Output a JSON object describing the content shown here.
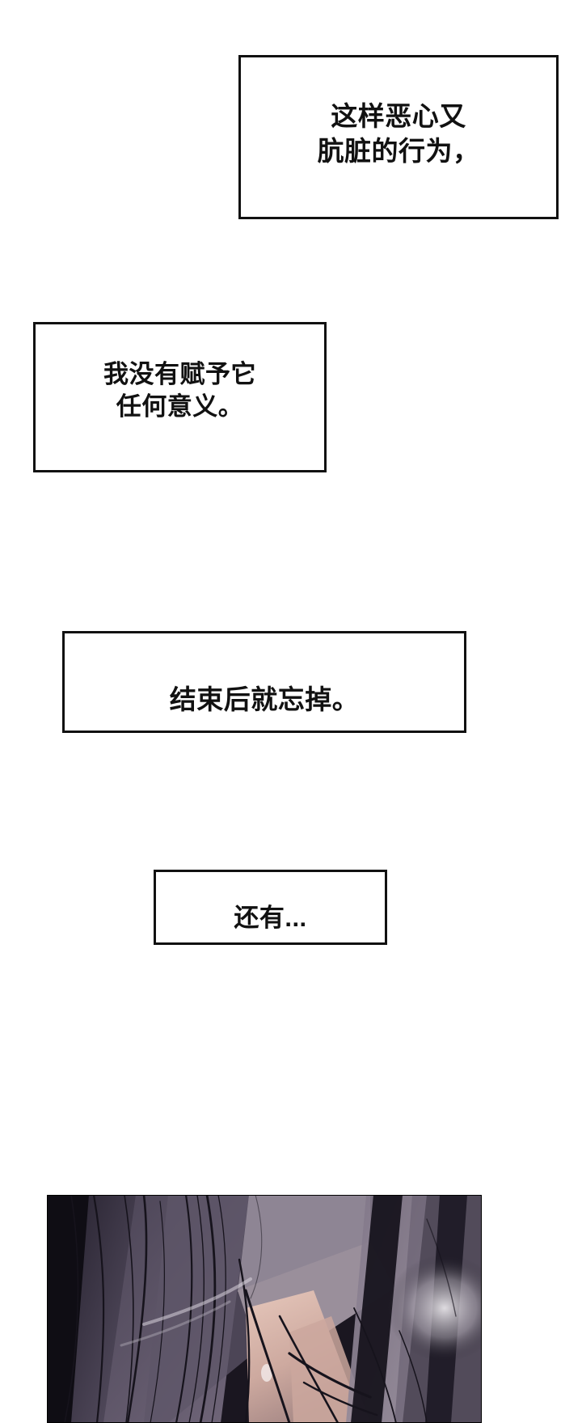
{
  "page": {
    "type": "webtoon-comic-page",
    "background_color": "#ffffff",
    "panel_border_color": "#111111"
  },
  "bubbles": [
    {
      "id": "narration-1",
      "text": "这样恶心又\n肮脏的行为，",
      "align": "center"
    },
    {
      "id": "narration-2",
      "text": "我没有赋予它\n任何意义。",
      "align": "center"
    },
    {
      "id": "narration-3",
      "text": "结束后就忘掉。",
      "align": "center"
    },
    {
      "id": "narration-4",
      "text": "还有...",
      "align": "center"
    }
  ],
  "artwork": {
    "id": "comic-panel-art",
    "description": "长发遮面的特写",
    "colors": {
      "hair_dark": "#231f2a",
      "hair_mid": "#564e63",
      "hair_light": "#8d8396",
      "skin": "#ddbcb1",
      "skin_shadow": "#b39292",
      "highlight": "#cfcad4",
      "accent_warm": "#c2723a",
      "black": "#0c0a10"
    }
  }
}
